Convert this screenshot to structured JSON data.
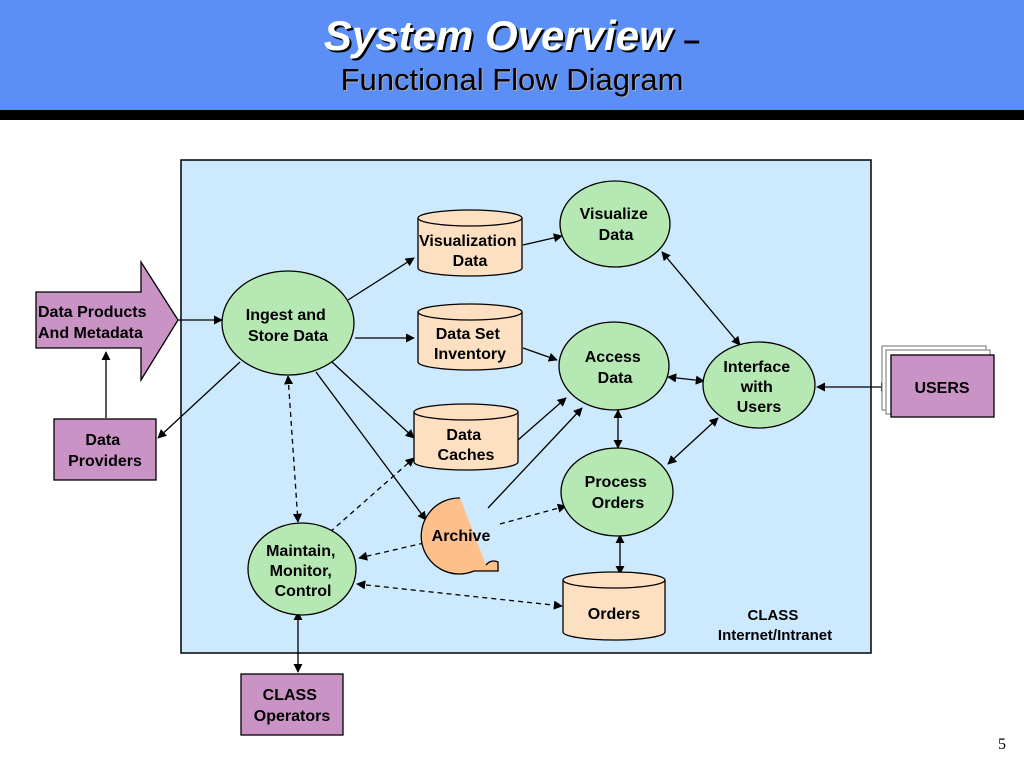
{
  "header": {
    "title": "System Overview",
    "dash": "–",
    "subtitle": "Functional Flow Diagram"
  },
  "nodes": {
    "data_products": [
      "Data Products",
      "And Metadata"
    ],
    "data_providers": [
      "Data",
      "Providers"
    ],
    "ingest": [
      "Ingest and",
      "Store Data"
    ],
    "visualization_data": [
      "Visualization",
      "Data"
    ],
    "data_set_inventory": [
      "Data Set",
      "Inventory"
    ],
    "data_caches": [
      "Data",
      "Caches"
    ],
    "archive": [
      "Archive"
    ],
    "visualize_data": [
      "Visualize",
      "Data"
    ],
    "access_data": [
      "Access",
      "Data"
    ],
    "process_orders": [
      "Process",
      "Orders"
    ],
    "orders": [
      "Orders"
    ],
    "interface": [
      "Interface",
      "with",
      "Users"
    ],
    "maintain": [
      "Maintain,",
      "Monitor,",
      "Control"
    ],
    "users": [
      "USERS"
    ],
    "class_operators": [
      "CLASS",
      "Operators"
    ],
    "class_internet": [
      "CLASS",
      "Internet/Intranet"
    ]
  },
  "colors": {
    "header_bg": "#5b8ff5",
    "panel_bg": "#cde9fd",
    "process_fill": "#b6e8b4",
    "store_fill": "#fde0c2",
    "external_fill": "#c993c6",
    "archive_fill": "#fdc08a"
  },
  "page_number": "5"
}
